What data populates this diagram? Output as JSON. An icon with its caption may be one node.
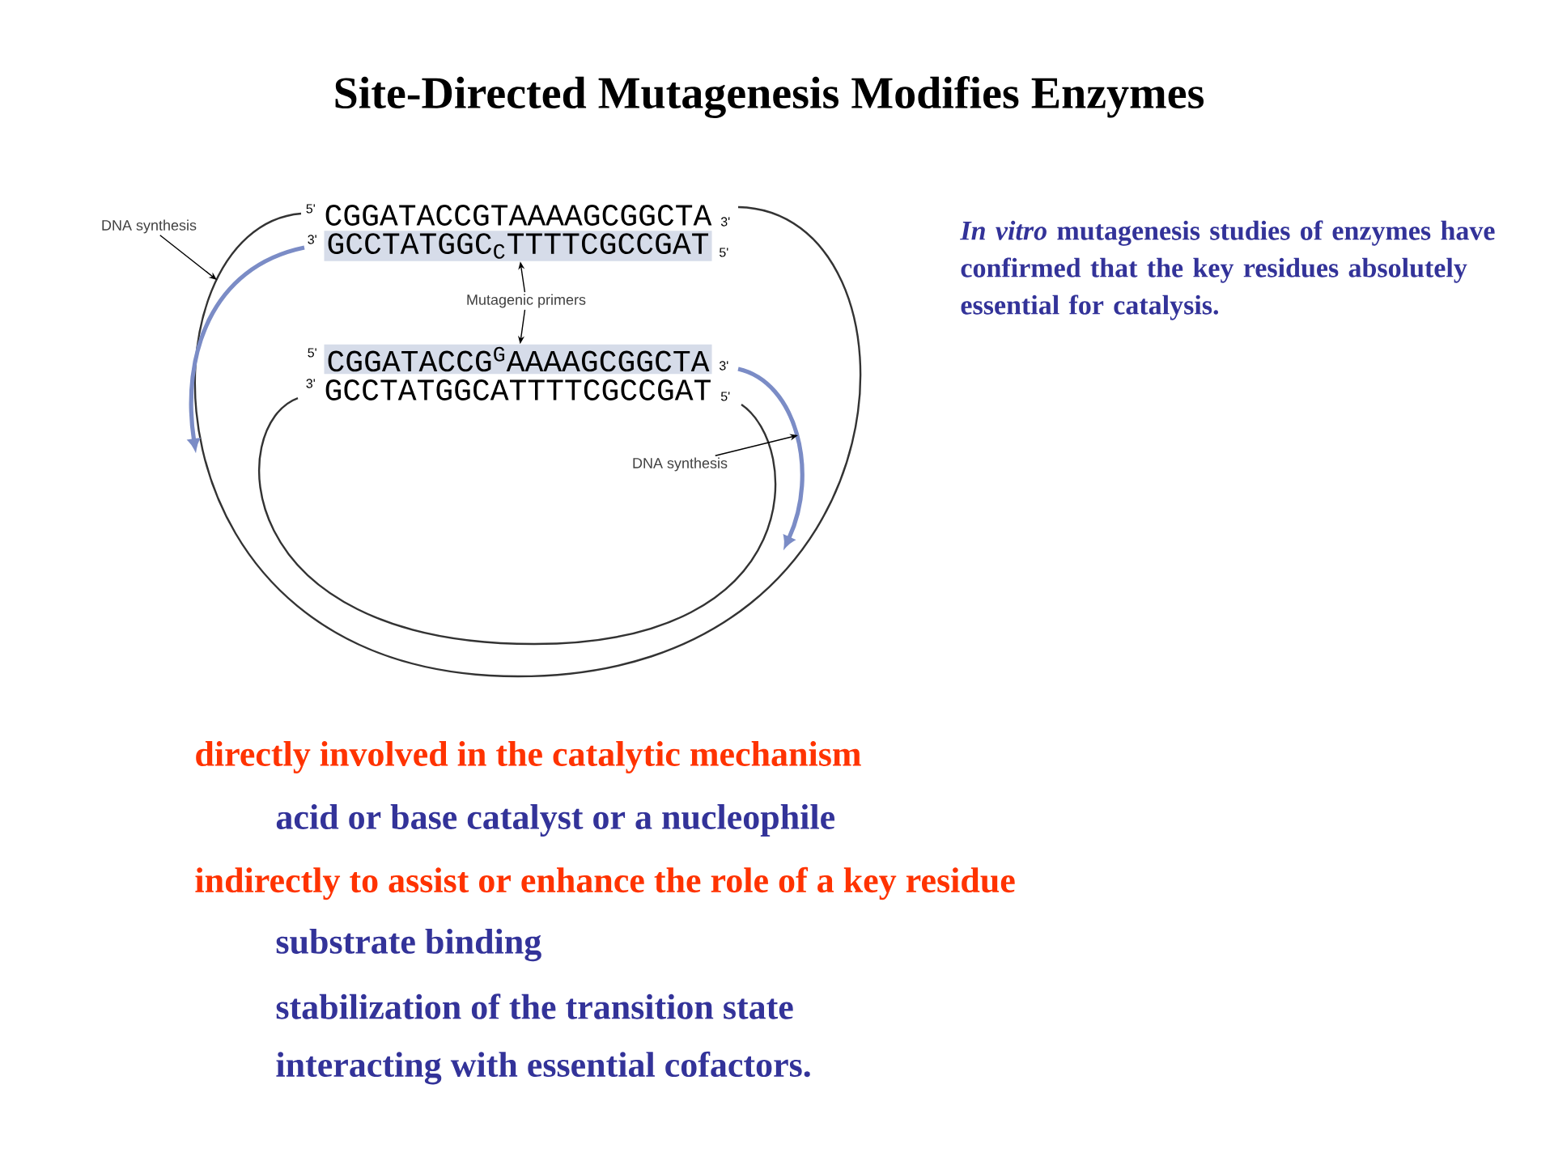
{
  "diagram": {
    "title": "Site-Directed  Mutagenesis Modifies Enzymes",
    "nodes": [
      {
        "text": [
          "CGGATACCGTAAAAGCGGCTA"
        ],
        "beside": [
          "5'",
          "3'"
        ]
      },
      {
        "text": [
          "GCCTATGGC$_{C}$TTTTCGCCGAT"
        ],
        "beside": [
          "3'",
          "5'"
        ]
      },
      {
        "text": [
          "CGGATACCG$^{G}$AAAAGCGGCTA"
        ],
        "beside": [
          "5'",
          "3'"
        ]
      },
      {
        "text": [
          "GCCTATGGCATTTTCGCCGAT"
        ],
        "beside": [
          "3'",
          "5'"
        ]
      },
      {
        "text": [
          "DNA synthesis"
        ]
      },
      {
        "text": [
          "Mutagenic primers"
        ]
      },
      {
        "text": [
          "DNA synthesis"
        ]
      }
    ],
    "edges": [
      {
        "from": 5,
        "to": 1,
        "arrow": "to"
      },
      {
        "from": 5,
        "to": 2,
        "arrow": "to"
      },
      {
        "from": 4,
        "to": null,
        "arrow": "to"
      },
      {
        "from": 6,
        "to": null,
        "arrow": "to"
      }
    ],
    "labels": [
      "*In vitro* mutagenesis studies of enzymes have confirmed that the key residues absolutely essential for catalysis.",
      "directly involved in the catalytic mechanism",
      "acid or base catalyst or a nucleophile",
      "indirectly to assist or enhance the role of a key residue",
      "substrate binding",
      "stabilization of the transition state",
      "interacting with essential cofactors."
    ]
  }
}
